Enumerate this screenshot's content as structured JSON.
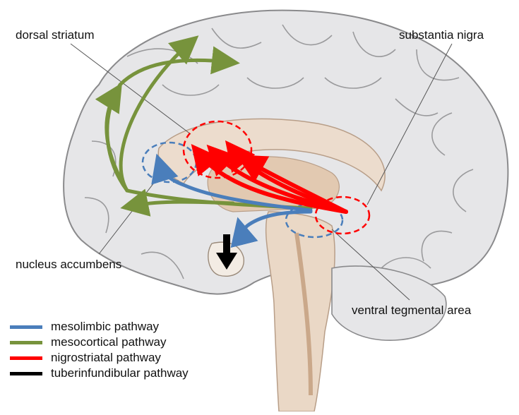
{
  "labels": {
    "dorsal_striatum": "dorsal striatum",
    "substantia_nigra": "substantia nigra",
    "nucleus_accumbens": "nucleus accumbens",
    "ventral_tegmental_area": "ventral tegmental area"
  },
  "legend": [
    {
      "label": "mesolimbic pathway",
      "color": "#4a7ebb"
    },
    {
      "label": "mesocortical pathway",
      "color": "#77933c"
    },
    {
      "label": "nigrostriatal pathway",
      "color": "#ff0000"
    },
    {
      "label": "tuberinfundibular pathway",
      "color": "#000000"
    }
  ],
  "colors": {
    "mesolimbic": "#4a7ebb",
    "mesocortical": "#77933c",
    "nigrostriatal": "#ff0000",
    "tuberinfundibular": "#000000",
    "cortex_fill": "#e6e6e8",
    "cortex_stroke": "#8a8a8c",
    "deep_structure": "#e8d6c4"
  }
}
